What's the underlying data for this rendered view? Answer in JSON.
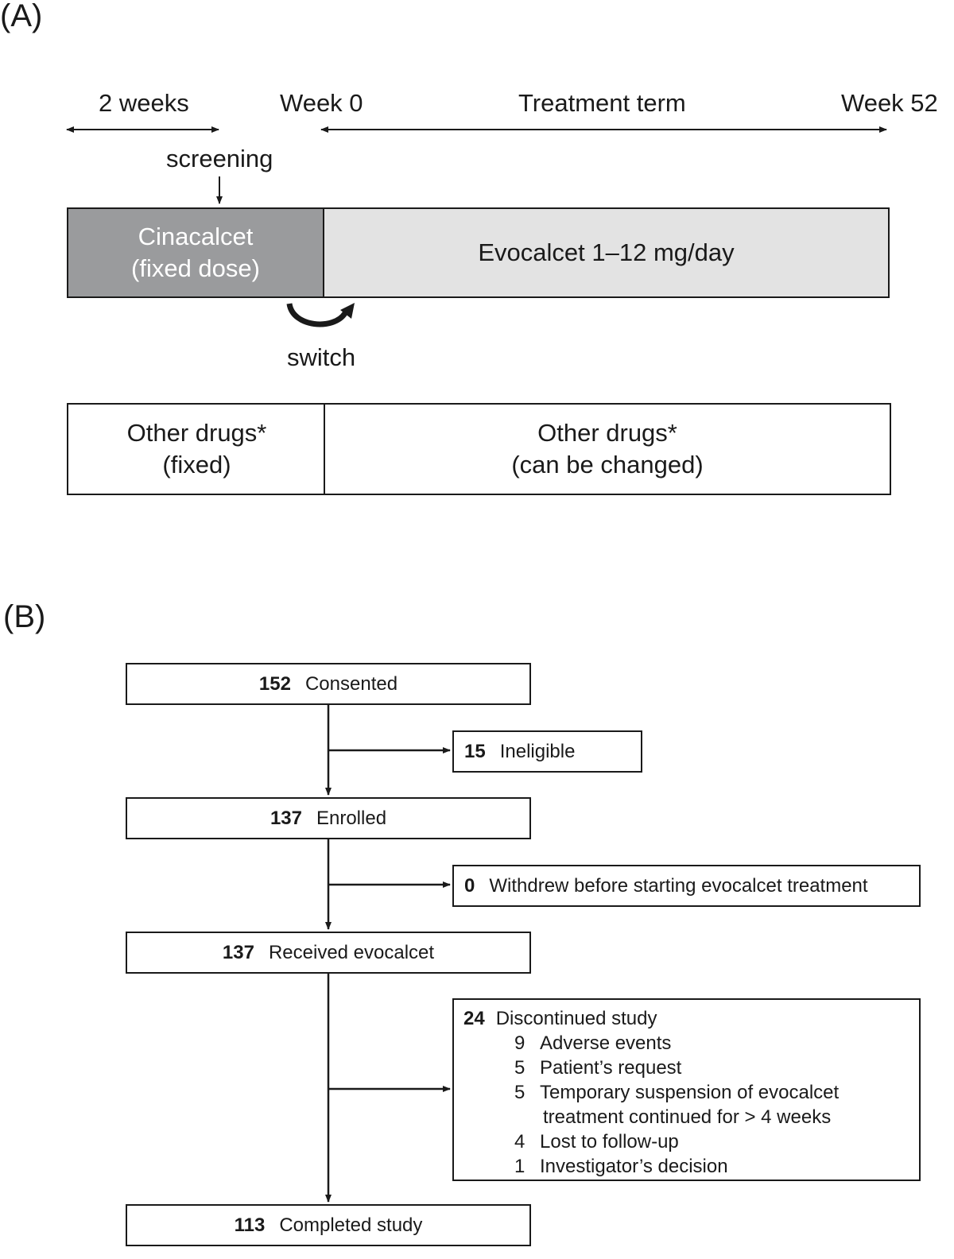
{
  "panel_a": {
    "label": "(A)",
    "timeline": {
      "two_weeks": "2 weeks",
      "week0": "Week 0",
      "treatment_term": "Treatment term",
      "week52": "Week 52",
      "screening": "screening"
    },
    "cinacalcet_line1": "Cinacalcet",
    "cinacalcet_line2": "(fixed dose)",
    "evocalcet": "Evocalcet 1–12 mg/day",
    "switch": "switch",
    "other_drugs_fixed_line1": "Other drugs*",
    "other_drugs_fixed_line2": "(fixed)",
    "other_drugs_changed_line1": "Other drugs*",
    "other_drugs_changed_line2": "(can be changed)"
  },
  "panel_b": {
    "label": "(B)",
    "consented": {
      "n": "152",
      "text": "Consented"
    },
    "ineligible": {
      "n": "15",
      "text": "Ineligible"
    },
    "enrolled": {
      "n": "137",
      "text": "Enrolled"
    },
    "withdrew": {
      "n": "0",
      "text": "Withdrew before starting evocalcet treatment"
    },
    "received": {
      "n": "137",
      "text": "Received evocalcet"
    },
    "discontinued": {
      "n": "24",
      "text": "Discontinued study",
      "reasons": [
        {
          "n": "9",
          "text": "Adverse events"
        },
        {
          "n": "5",
          "text": "Patient’s request"
        },
        {
          "n": "5",
          "text": "Temporary suspension of evocalcet"
        },
        {
          "n": "",
          "text": "treatment continued for > 4 weeks"
        },
        {
          "n": "4",
          "text": "Lost to follow-up"
        },
        {
          "n": "1",
          "text": "Investigator’s decision"
        }
      ]
    },
    "completed": {
      "n": "113",
      "text": "Completed study"
    }
  },
  "colors": {
    "cinacalcet_fill": "#9a9b9d",
    "evocalcet_fill": "#e3e3e3",
    "line": "#1a1a1a"
  }
}
